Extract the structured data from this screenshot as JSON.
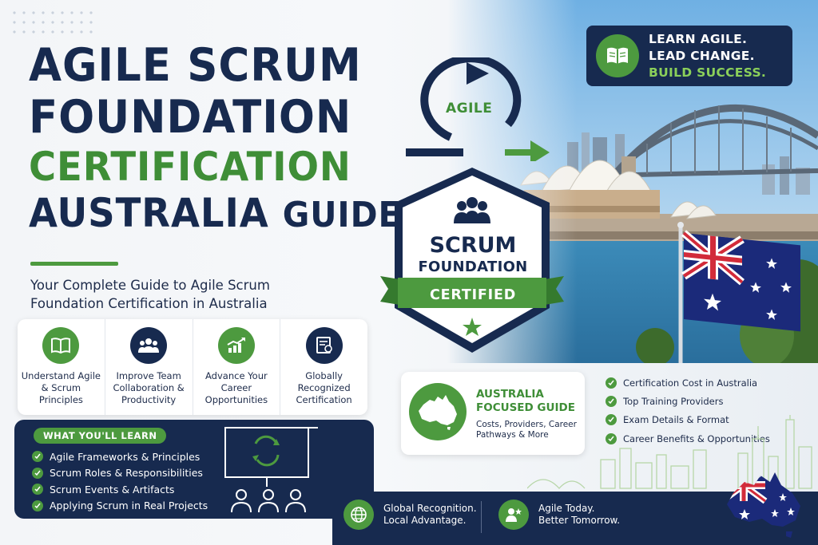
{
  "title": {
    "line1": "AGILE SCRUM",
    "line2": "FOUNDATION",
    "line3": "CERTIFICATION",
    "line4_main": "AUSTRALIA",
    "line4_small": "GUIDE"
  },
  "subtitle": "Your Complete Guide to Agile Scrum Foundation Certification in Australia",
  "features": [
    {
      "label": "Understand Agile & Scrum Principles",
      "icon": "book-icon"
    },
    {
      "label": "Improve Team Collaboration & Productivity",
      "icon": "team-icon"
    },
    {
      "label": "Advance Your Career Opportunities",
      "icon": "growth-chart-icon"
    },
    {
      "label": "Globally Recognized Certification",
      "icon": "certificate-icon"
    }
  ],
  "learn": {
    "heading": "WHAT YOU'LL LEARN",
    "items": [
      "Agile Frameworks & Principles",
      "Scrum Roles & Responsibilities",
      "Scrum Events & Artifacts",
      "Applying Scrum in Real Projects"
    ]
  },
  "tagline": {
    "line1": "LEARN AGILE.",
    "line2": "LEAD CHANGE.",
    "line3": "BUILD SUCCESS."
  },
  "agile_label": "AGILE",
  "badge": {
    "line1": "SCRUM",
    "line2": "FOUNDATION",
    "ribbon": "CERTIFIED"
  },
  "focus": {
    "heading_line1": "AUSTRALIA",
    "heading_line2": "FOCUSED GUIDE",
    "sub": "Costs, Providers, Career Pathways & More"
  },
  "checklist": [
    "Certification Cost in Australia",
    "Top Training Providers",
    "Exam Details & Format",
    "Career Benefits & Opportunities"
  ],
  "band": {
    "left_line1": "Global Recognition.",
    "left_line2": "Local Advantage.",
    "right_line1": "Agile Today.",
    "right_line2": "Better Tomorrow."
  },
  "colors": {
    "navy": "#172a4f",
    "green": "#4d9a3f",
    "light_green": "#8bd05a",
    "sky": "#8ec2ea",
    "water": "#3d8dbb"
  }
}
